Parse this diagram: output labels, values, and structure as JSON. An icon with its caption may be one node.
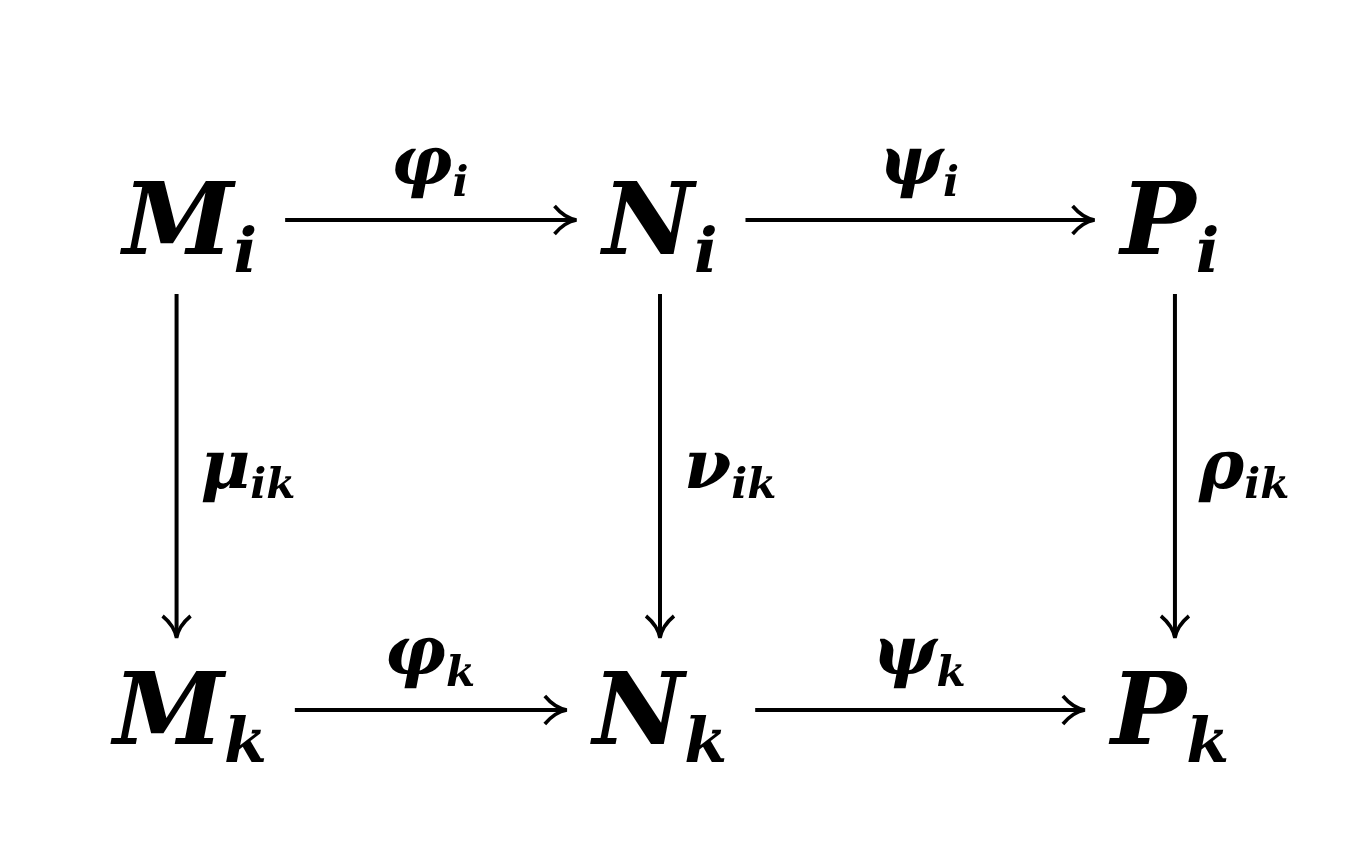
{
  "diagram": {
    "nodes": [
      {
        "text": [
          "M$_{i}$"
        ]
      },
      {
        "text": [
          "N$_{i}$"
        ]
      },
      {
        "text": [
          "P$_{i}$"
        ]
      },
      {
        "text": [
          "M$_{k}$"
        ]
      },
      {
        "text": [
          "N$_{k}$"
        ]
      },
      {
        "text": [
          "P$_{k}$"
        ]
      }
    ],
    "edges": [
      {
        "from": 0,
        "to": 1,
        "arrow": "to",
        "label": "φ$_{i}$"
      },
      {
        "from": 1,
        "to": 2,
        "arrow": "to",
        "label": "ψ$_{i}$"
      },
      {
        "from": 0,
        "to": 3,
        "arrow": "to",
        "label": "μ$_{ik}$"
      },
      {
        "from": 1,
        "to": 4,
        "arrow": "to",
        "label": "ν$_{ik}$"
      },
      {
        "from": 2,
        "to": 5,
        "arrow": "to",
        "label": "ρ$_{ik}$"
      },
      {
        "from": 3,
        "to": 4,
        "arrow": "to",
        "label": "φ$_{k}$"
      },
      {
        "from": 4,
        "to": 5,
        "arrow": "to",
        "label": "ψ$_{k}$"
      }
    ]
  }
}
